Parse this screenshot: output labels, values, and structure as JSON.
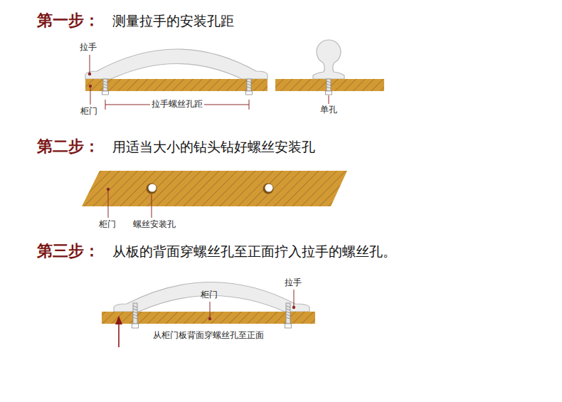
{
  "diagram": {
    "labels": [
      "第一步：",
      "测量拉手的安装孔距",
      "拉手",
      "柜门",
      "拉手螺丝孔距",
      "单孔",
      "第二步：",
      "用适当大小的钻头钻好螺丝安装孔",
      "柜门",
      "螺丝安装孔",
      "第三步：",
      "从板的背面穿螺丝孔至正面拧入拉手的螺丝孔。",
      "柜门",
      "拉手",
      "从柜门板背面穿螺丝孔至正面"
    ]
  }
}
